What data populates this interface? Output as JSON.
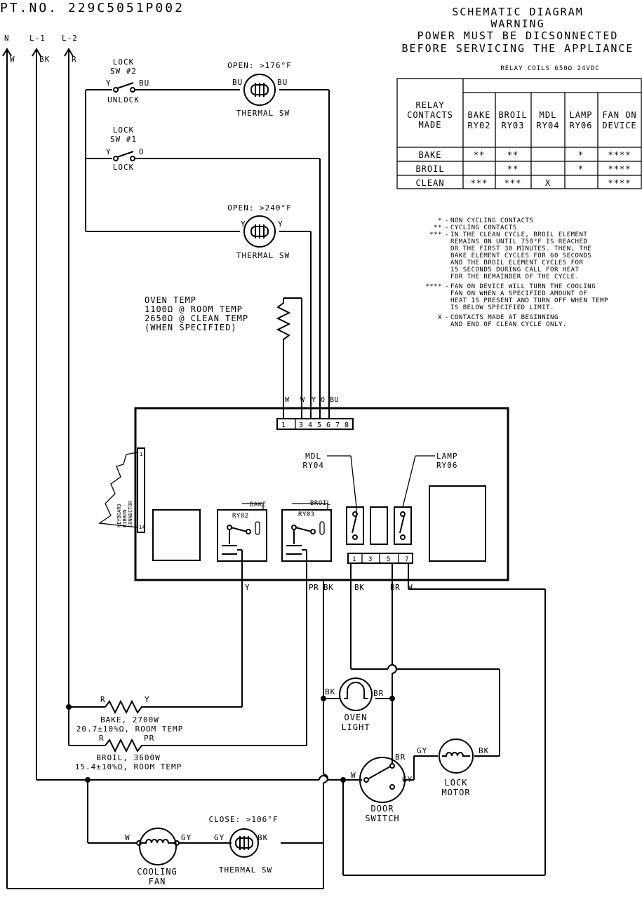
{
  "header": {
    "part_no": "PT.NO. 229C5051P002",
    "title": "SCHEMATIC DIAGRAM",
    "warning_1": "WARNING",
    "warning_2": "POWER MUST BE DICSONNECTED",
    "warning_3": "BEFORE SERVICING THE APPLIANCE",
    "relay_coils": "RELAY COILS 650Ω 24VDC"
  },
  "table": {
    "corner_1": "RELAY",
    "corner_2": "CONTACTS",
    "corner_3": "MADE",
    "columns": [
      {
        "l1": "BAKE",
        "l2": "RY02"
      },
      {
        "l1": "BROIL",
        "l2": "RY03"
      },
      {
        "l1": "MDL",
        "l2": "RY04"
      },
      {
        "l1": "LAMP",
        "l2": "RY06"
      },
      {
        "l1": "FAN ON",
        "l2": "DEVICE"
      }
    ],
    "rows": [
      {
        "label": "BAKE",
        "cells": [
          "**",
          "**",
          "",
          "*",
          "****"
        ]
      },
      {
        "label": "BROIL",
        "cells": [
          "",
          "**",
          "",
          "*",
          "****"
        ]
      },
      {
        "label": "CLEAN",
        "cells": [
          "***",
          "***",
          "X",
          "",
          "****"
        ]
      }
    ]
  },
  "notes": [
    {
      "sym": "*",
      "lines": [
        "NON CYCLING CONTACTS"
      ]
    },
    {
      "sym": "**",
      "lines": [
        "CYCLING CONTACTS"
      ]
    },
    {
      "sym": "***",
      "lines": [
        "IN THE CLEAN CYCLE, BROIL ELEMENT",
        "REMAINS ON UNTIL 750°F IS REACHED",
        "OR THE FIRST 30 MINUTES. THEN, THE",
        "BAKE ELEMENT CYCLES FOR 60 SECONDS",
        "AND THE BROIL ELEMENT CYCLES FOR",
        "15 SECONDS DURING CALL FOR HEAT",
        "FOR THE REMAINDER OF THE CYCLE."
      ]
    },
    {
      "sym": "****",
      "lines": [
        "FAN ON DEVICE WILL TURN THE COOLING",
        "FAN ON WHEN A SPECIFIED AMOUNT OF",
        "HEAT IS PRESENT AND TURN OFF WHEN TEMP",
        "IS BELOW SPECIFIED LIMIT."
      ]
    },
    {
      "sym": "X",
      "lines": [
        "CONTACTS MADE AT BEGINNING",
        "AND END OF CLEAN CYCLE ONLY."
      ]
    }
  ],
  "lines": {
    "n": "N",
    "l1": "L-1",
    "l2": "L-2",
    "w": "W",
    "bk": "BK",
    "r": "R"
  },
  "lock_sw2": {
    "title_1": "LOCK",
    "title_2": "SW #2",
    "left": "Y",
    "right": "BU",
    "bottom": "UNLOCK"
  },
  "lock_sw1": {
    "title_1": "LOCK",
    "title_2": "SW #1",
    "left": "Y",
    "right": "O",
    "bottom": "LOCK"
  },
  "thermal_sw_176": {
    "open": "OPEN: >176°F",
    "left": "BU",
    "right": "BU",
    "label": "THERMAL SW"
  },
  "thermal_sw_240": {
    "open": "OPEN: >240°F",
    "left": "Y",
    "right": "Y",
    "label": "THERMAL SW"
  },
  "oven_temp": {
    "l1": "OVEN TEMP",
    "l2": "1100Ω @ ROOM TEMP",
    "l3": "2650Ω @ CLEAN TEMP",
    "l4": "(WHEN SPECIFIED)"
  },
  "board": {
    "top_wires": {
      "w1": "W",
      "w2": "W",
      "y": "Y",
      "o": "O",
      "bu": "BU"
    },
    "top_terminals": [
      "1",
      "3",
      "4",
      "5",
      "6",
      "7",
      "8"
    ],
    "keyboard": [
      "KEYBOARD",
      "RIBBON",
      "CONNECTOR"
    ],
    "kb_pin_top": "1",
    "kb_pin_bottom": "14",
    "mdl_1": "MDL",
    "mdl_2": "RY04",
    "lamp_1": "LAMP",
    "lamp_2": "RY06",
    "bake": "BAKE",
    "broil": "BROIL",
    "ry02": "RY02",
    "ry03": "RY03",
    "bottom_terminals": [
      "1",
      "3",
      "5",
      "7"
    ],
    "bottom_wires": {
      "y": "Y",
      "pr": "PR",
      "bk1": "BK",
      "bk2": "BK",
      "br": "BR",
      "w": "W"
    }
  },
  "oven_light": {
    "left": "BK",
    "right": "BR",
    "l1": "OVEN",
    "l2": "LIGHT"
  },
  "bake_element": {
    "left": "R",
    "right": "Y",
    "l1": "BAKE, 2700W",
    "l2": "20.7±10%Ω, ROOM TEMP"
  },
  "broil_element": {
    "left": "R",
    "right": "PR",
    "l1": "BROIL, 3600W",
    "l2": "15.4±10%Ω, ROOM TEMP"
  },
  "door_switch": {
    "w": "W",
    "br": "BR",
    "gy": "GY",
    "l1": "DOOR",
    "l2": "SWITCH"
  },
  "lock_motor": {
    "left": "GY",
    "right": "BK",
    "l1": "LOCK",
    "l2": "MOTOR"
  },
  "cooling_fan": {
    "left": "W",
    "right": "GY",
    "l1": "COOLING",
    "l2": "FAN"
  },
  "thermal_sw_106": {
    "close": "CLOSE: >106°F",
    "left": "GY",
    "right": "BK",
    "label": "THERMAL SW"
  }
}
